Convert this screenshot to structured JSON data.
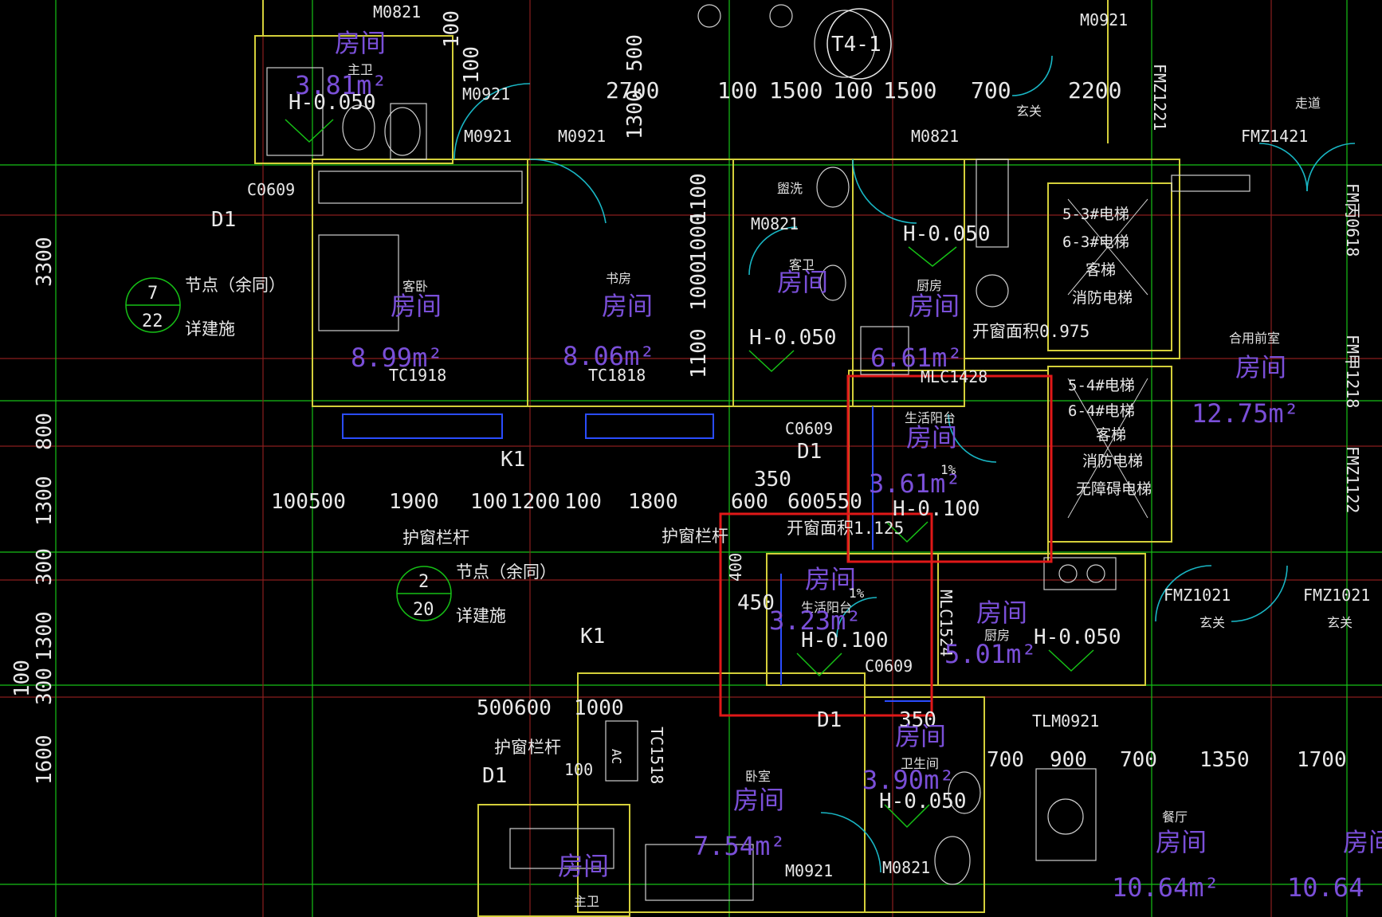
{
  "colors": {
    "background": "#000000",
    "grid_green": "#16c016",
    "axis_red": "#8a1e1e",
    "wall_yellow": "#d4cf3a",
    "dim_white": "#e8e8e8",
    "room_purple": "#7a4fd8",
    "door_cyan": "#19b6c4",
    "window_blue": "#2a4cff",
    "highlight_red": "#e01818"
  },
  "tower_tag": "T4-1",
  "dimensions_top": [
    "2700",
    "100",
    "1500",
    "100",
    "1500",
    "700",
    "2200"
  ],
  "dimensions_mid": [
    "100500",
    "1900",
    "100",
    "1200",
    "100",
    "1800",
    "600",
    "600550",
    "350"
  ],
  "dimensions_left": [
    "3300",
    "800",
    "1300",
    "300",
    "1300",
    "300",
    "100",
    "1600"
  ],
  "dimensions_lower": [
    "500600",
    "1000",
    "350",
    "700",
    "900",
    "700",
    "1350",
    "1700",
    "450",
    "400",
    "100",
    "1100",
    "1000",
    "1000",
    "1100",
    "1300",
    "500",
    "100",
    "100"
  ],
  "door_labels": [
    "M0821",
    "M0921",
    "M0921",
    "M0921",
    "M0921",
    "M0821",
    "M0821",
    "M0821",
    "M0921",
    "FMZ1221",
    "FMZ1421",
    "FMZ1021",
    "FMZ1021",
    "FMZ1122",
    "FM甲1218",
    "FM丙0618",
    "TLM0921",
    "MLC1428",
    "MLC1524"
  ],
  "window_labels": [
    "C0609",
    "C0609",
    "C0609",
    "TC1918",
    "TC1818",
    "TC1518"
  ],
  "elevations": [
    "H-0.050",
    "H-0.050",
    "H-0.050",
    "H-0.050",
    "H-0.050",
    "H-0.100",
    "H-0.100"
  ],
  "room_names": [
    "主卫",
    "客卧",
    "书房",
    "盥洗",
    "客卫",
    "厨房",
    "生活阳台",
    "生活阳台",
    "厨房",
    "卫生间",
    "卧室",
    "主卫",
    "餐厅",
    "玄关",
    "走道",
    "合用前室",
    "玄关",
    "玄关"
  ],
  "room_tag": "房间",
  "areas": [
    "3.81m²",
    "8.99m²",
    "8.06m²",
    "6.61m²",
    "3.61m²",
    "3.23m²",
    "5.01m²",
    "3.90m²",
    "7.54m²",
    "10.64m²",
    "12.75m²",
    "10.64"
  ],
  "elevator_block_1": [
    "5-3#电梯",
    "6-3#电梯",
    "客梯",
    "消防电梯"
  ],
  "elevator_block_2": [
    "5-4#电梯",
    "6-4#电梯",
    "客梯",
    "消防电梯",
    "无障碍电梯"
  ],
  "window_area_notes": [
    "开窗面积0.975",
    "开窗面积1.125"
  ],
  "annotations": [
    "节点（余同）",
    "详建施",
    "节点（余同）",
    "详建施",
    "护窗栏杆",
    "护窗栏杆",
    "护窗栏杆"
  ],
  "detail_callouts": [
    {
      "top": "7",
      "bottom": "22"
    },
    {
      "top": "2",
      "bottom": "20"
    }
  ],
  "tags": [
    "D1",
    "D1",
    "D1",
    "D1",
    "K1",
    "K1",
    "AC"
  ],
  "slope": [
    "1%",
    "1%"
  ]
}
